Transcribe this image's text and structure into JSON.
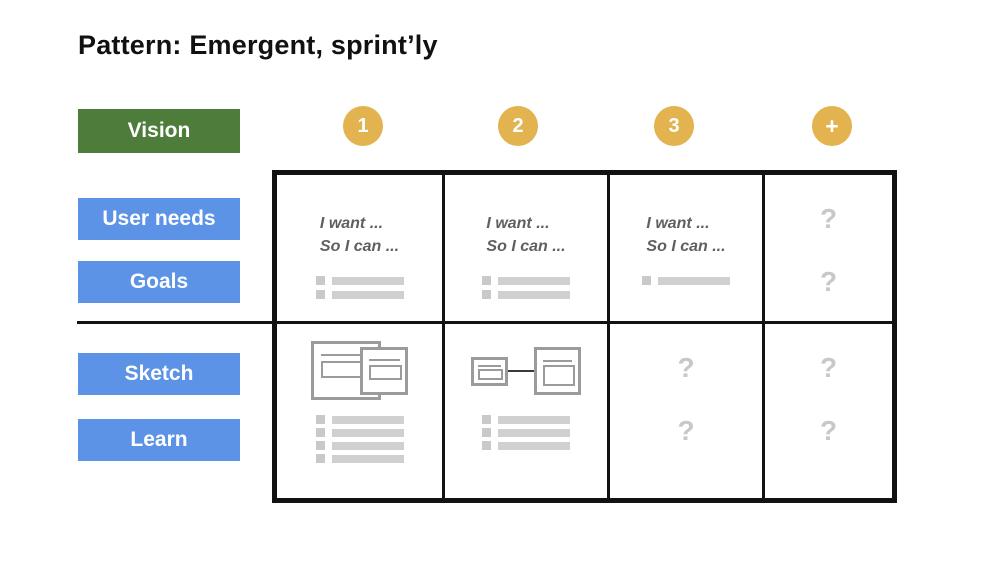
{
  "title": {
    "prefix": "Pattern: ",
    "emphasis": "Emergent, sprint’ly"
  },
  "legend": {
    "vision": "Vision",
    "user_needs": "User needs",
    "goals": "Goals",
    "sketch": "Sketch",
    "learn": "Learn"
  },
  "columns": [
    {
      "badge": "1"
    },
    {
      "badge": "2"
    },
    {
      "badge": "3"
    },
    {
      "badge": "+"
    }
  ],
  "grid": {
    "needs_goals_row": [
      {
        "story_line1": "I want ...",
        "story_line2": "So I can ...",
        "goal_items": 2
      },
      {
        "story_line1": "I want ...",
        "story_line2": "So I can ...",
        "goal_items": 2
      },
      {
        "story_line1": "I want ...",
        "story_line2": "So I can ...",
        "goal_items": 1
      },
      {
        "unknown_top": "?",
        "unknown_bottom": "?"
      }
    ],
    "sketch_learn_row": [
      {
        "sketch_type": "overlapping-screens",
        "learn_items": 4
      },
      {
        "sketch_type": "linked-screens-flow",
        "learn_items": 3
      },
      {
        "unknown_top": "?",
        "unknown_bottom": "?"
      },
      {
        "unknown_top": "?",
        "unknown_bottom": "?"
      }
    ]
  },
  "colors": {
    "vision-green": "#4e7c3a",
    "label-blue": "#5c93e6",
    "badge-gold": "#e2b34f",
    "story-gray": "#5f5f5f",
    "placeholder-gray": "#c8c8c8",
    "bar-gray": "#d0d0d0",
    "square-gray": "#c9c9c9",
    "wire-gray": "#9b9b9b",
    "grid-black": "#121212"
  }
}
